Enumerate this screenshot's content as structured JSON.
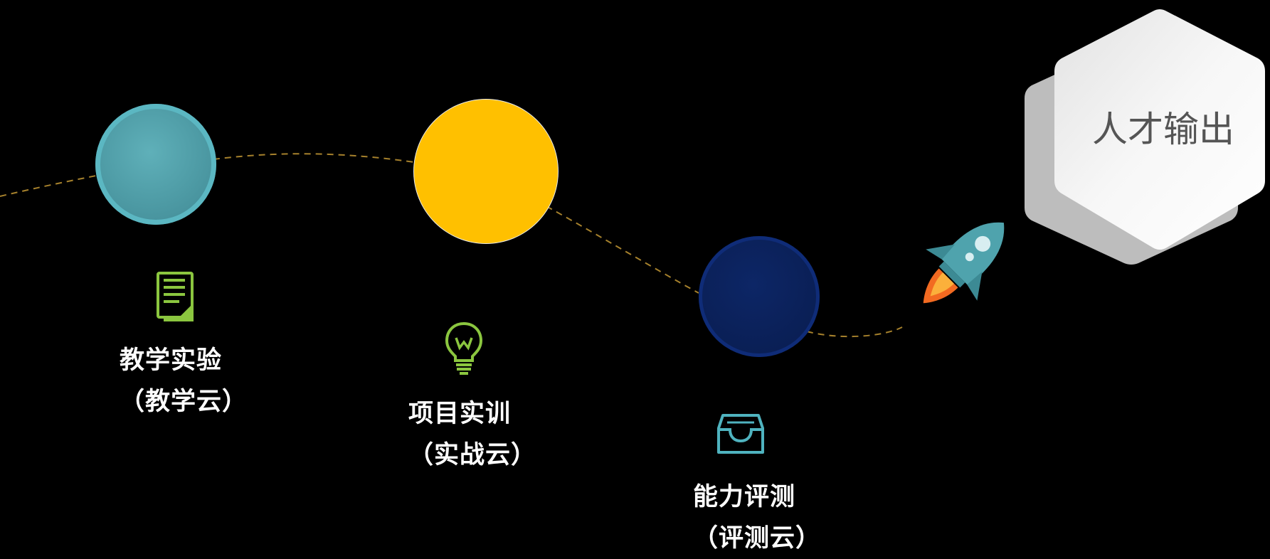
{
  "stages": [
    {
      "title": "教学实验",
      "subtitle": "（教学云）",
      "icon": "document-icon",
      "circle_color": "#4fa3ad",
      "icon_color": "#8bc63f"
    },
    {
      "title": "项目实训",
      "subtitle": "（实战云）",
      "icon": "lightbulb-icon",
      "circle_color": "#ffc000",
      "icon_color": "#8bc63f"
    },
    {
      "title": "能力评测",
      "subtitle": "（评测云）",
      "icon": "inbox-tray-icon",
      "circle_color": "#0a1f55",
      "icon_color": "#4fb3bf"
    }
  ],
  "destination": {
    "label": "人才输出",
    "icon": "rocket-icon"
  },
  "colors": {
    "background": "#000000",
    "path_dash": "#a6812c",
    "hexagon": "#ffffff"
  }
}
